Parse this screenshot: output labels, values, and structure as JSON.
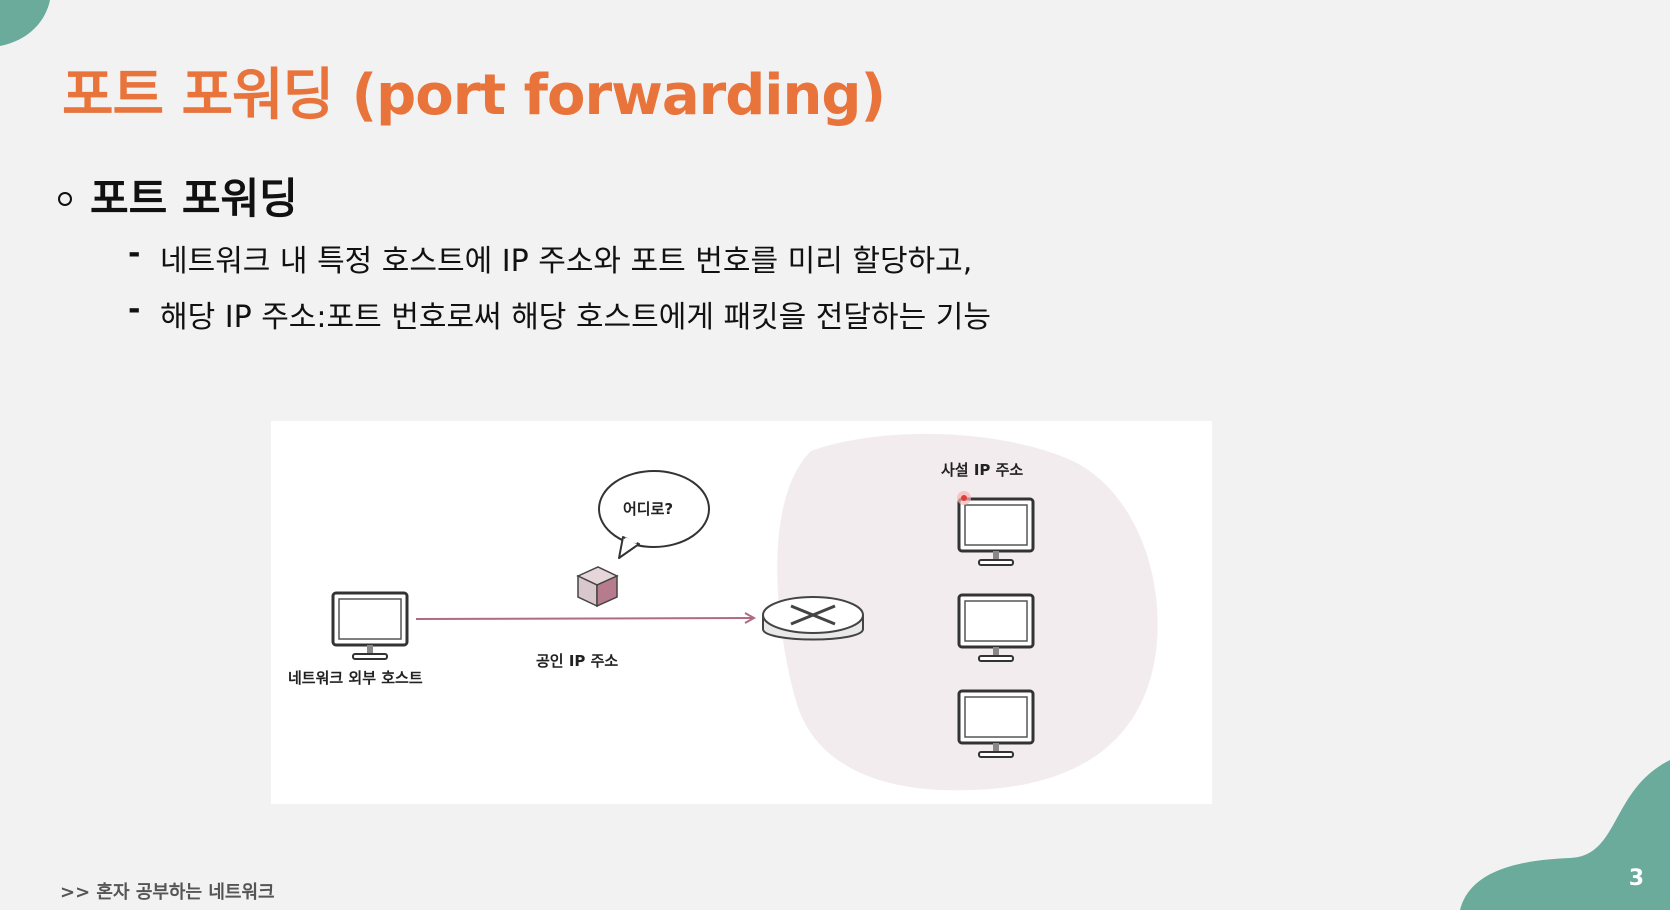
{
  "slide": {
    "title": "포트 포워딩 (port forwarding)",
    "bullet_heading": "포트 포워딩",
    "sub_items": [
      {
        "dash": "-",
        "text": "네트워크 내 특정 호스트에 IP 주소와 포트 번호를 미리 할당하고,"
      },
      {
        "dash": "-",
        "text": "해당 IP 주소:포트 번호로써 해당 호스트에게 패킷을 전달하는 기능"
      }
    ],
    "footer": ">> 혼자 공부하는 네트워크",
    "page_number": "3",
    "accent_color": "#e8743b",
    "decor_color": "#6aab9c"
  },
  "figure": {
    "external_host_label": "네트워크 외부 호스트",
    "public_ip_label": "공인 IP 주소",
    "speech_bubble_text": "어디로?",
    "private_ip_label": "사설 IP 주소",
    "icons": [
      "monitor-icon",
      "package-icon",
      "router-icon",
      "monitor-icon",
      "monitor-icon",
      "monitor-icon"
    ]
  }
}
